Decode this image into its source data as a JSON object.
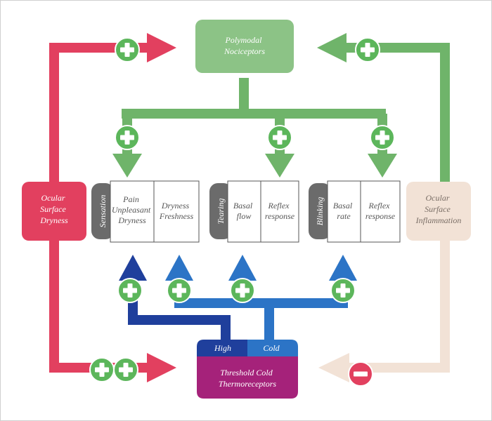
{
  "colors": {
    "nociceptor_green": "#6fb46a",
    "green_box": "#8cc386",
    "red": "#e2405f",
    "peach": "#f2e2d6",
    "dark_blue": "#1f3f9c",
    "mid_blue": "#2c74c6",
    "magenta": "#a5227a",
    "gray_tab": "#6b6b6b",
    "plus_green": "#5cb65b"
  },
  "nodes": {
    "polymodal": "Polymodal\nNociceptors",
    "ocular_dryness": "Ocular\nSurface\nDryness",
    "ocular_inflammation": "Ocular\nSurface\nInflammation",
    "threshold": "Threshold Cold\nThermoreceptors",
    "high_label": "High",
    "cold_label": "Cold"
  },
  "responses": [
    {
      "tab": "Sensation",
      "cells": [
        "Pain\nUnpleasant\nDryness",
        "Dryness\nFreshness"
      ]
    },
    {
      "tab": "Tearing",
      "cells": [
        "Basal\nflow",
        "Reflex\nresponse"
      ]
    },
    {
      "tab": "Blinking",
      "cells": [
        "Basal\nrate",
        "Reflex\nresponse"
      ]
    }
  ],
  "icons": {
    "plus": "plus-icon",
    "minus": "minus-icon"
  }
}
